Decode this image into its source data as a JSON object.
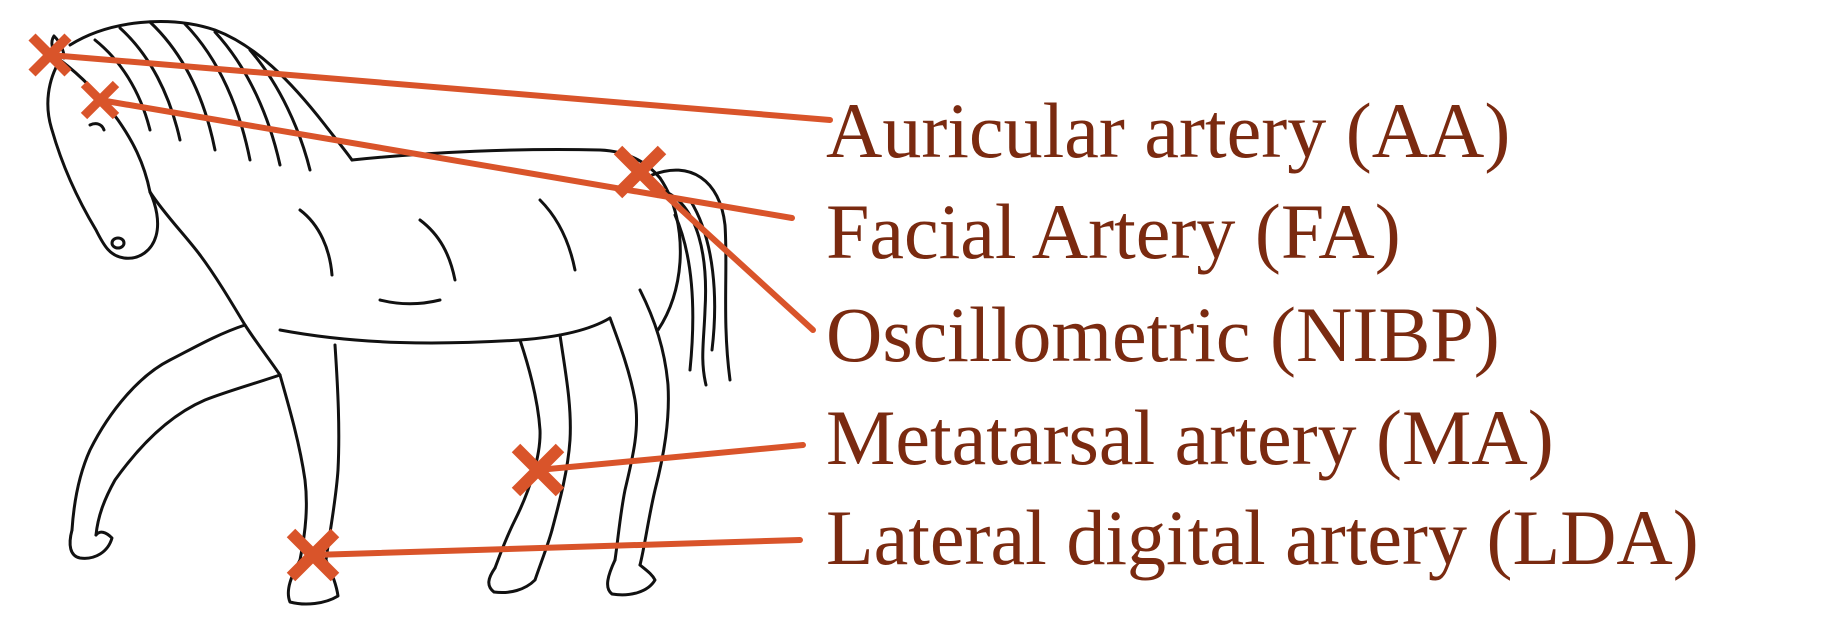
{
  "colors": {
    "label_text": "#7a2a10",
    "marker": "#d9542a",
    "outline": "#111111"
  },
  "labels": {
    "aa": "Auricular artery (AA)",
    "fa": "Facial Artery (FA)",
    "nibp": "Oscillometric (NIBP)",
    "ma": "Metatarsal artery (MA)",
    "lda": "Lateral digital artery (LDA)"
  },
  "illustration": {
    "subject": "horse-outline-icon"
  }
}
